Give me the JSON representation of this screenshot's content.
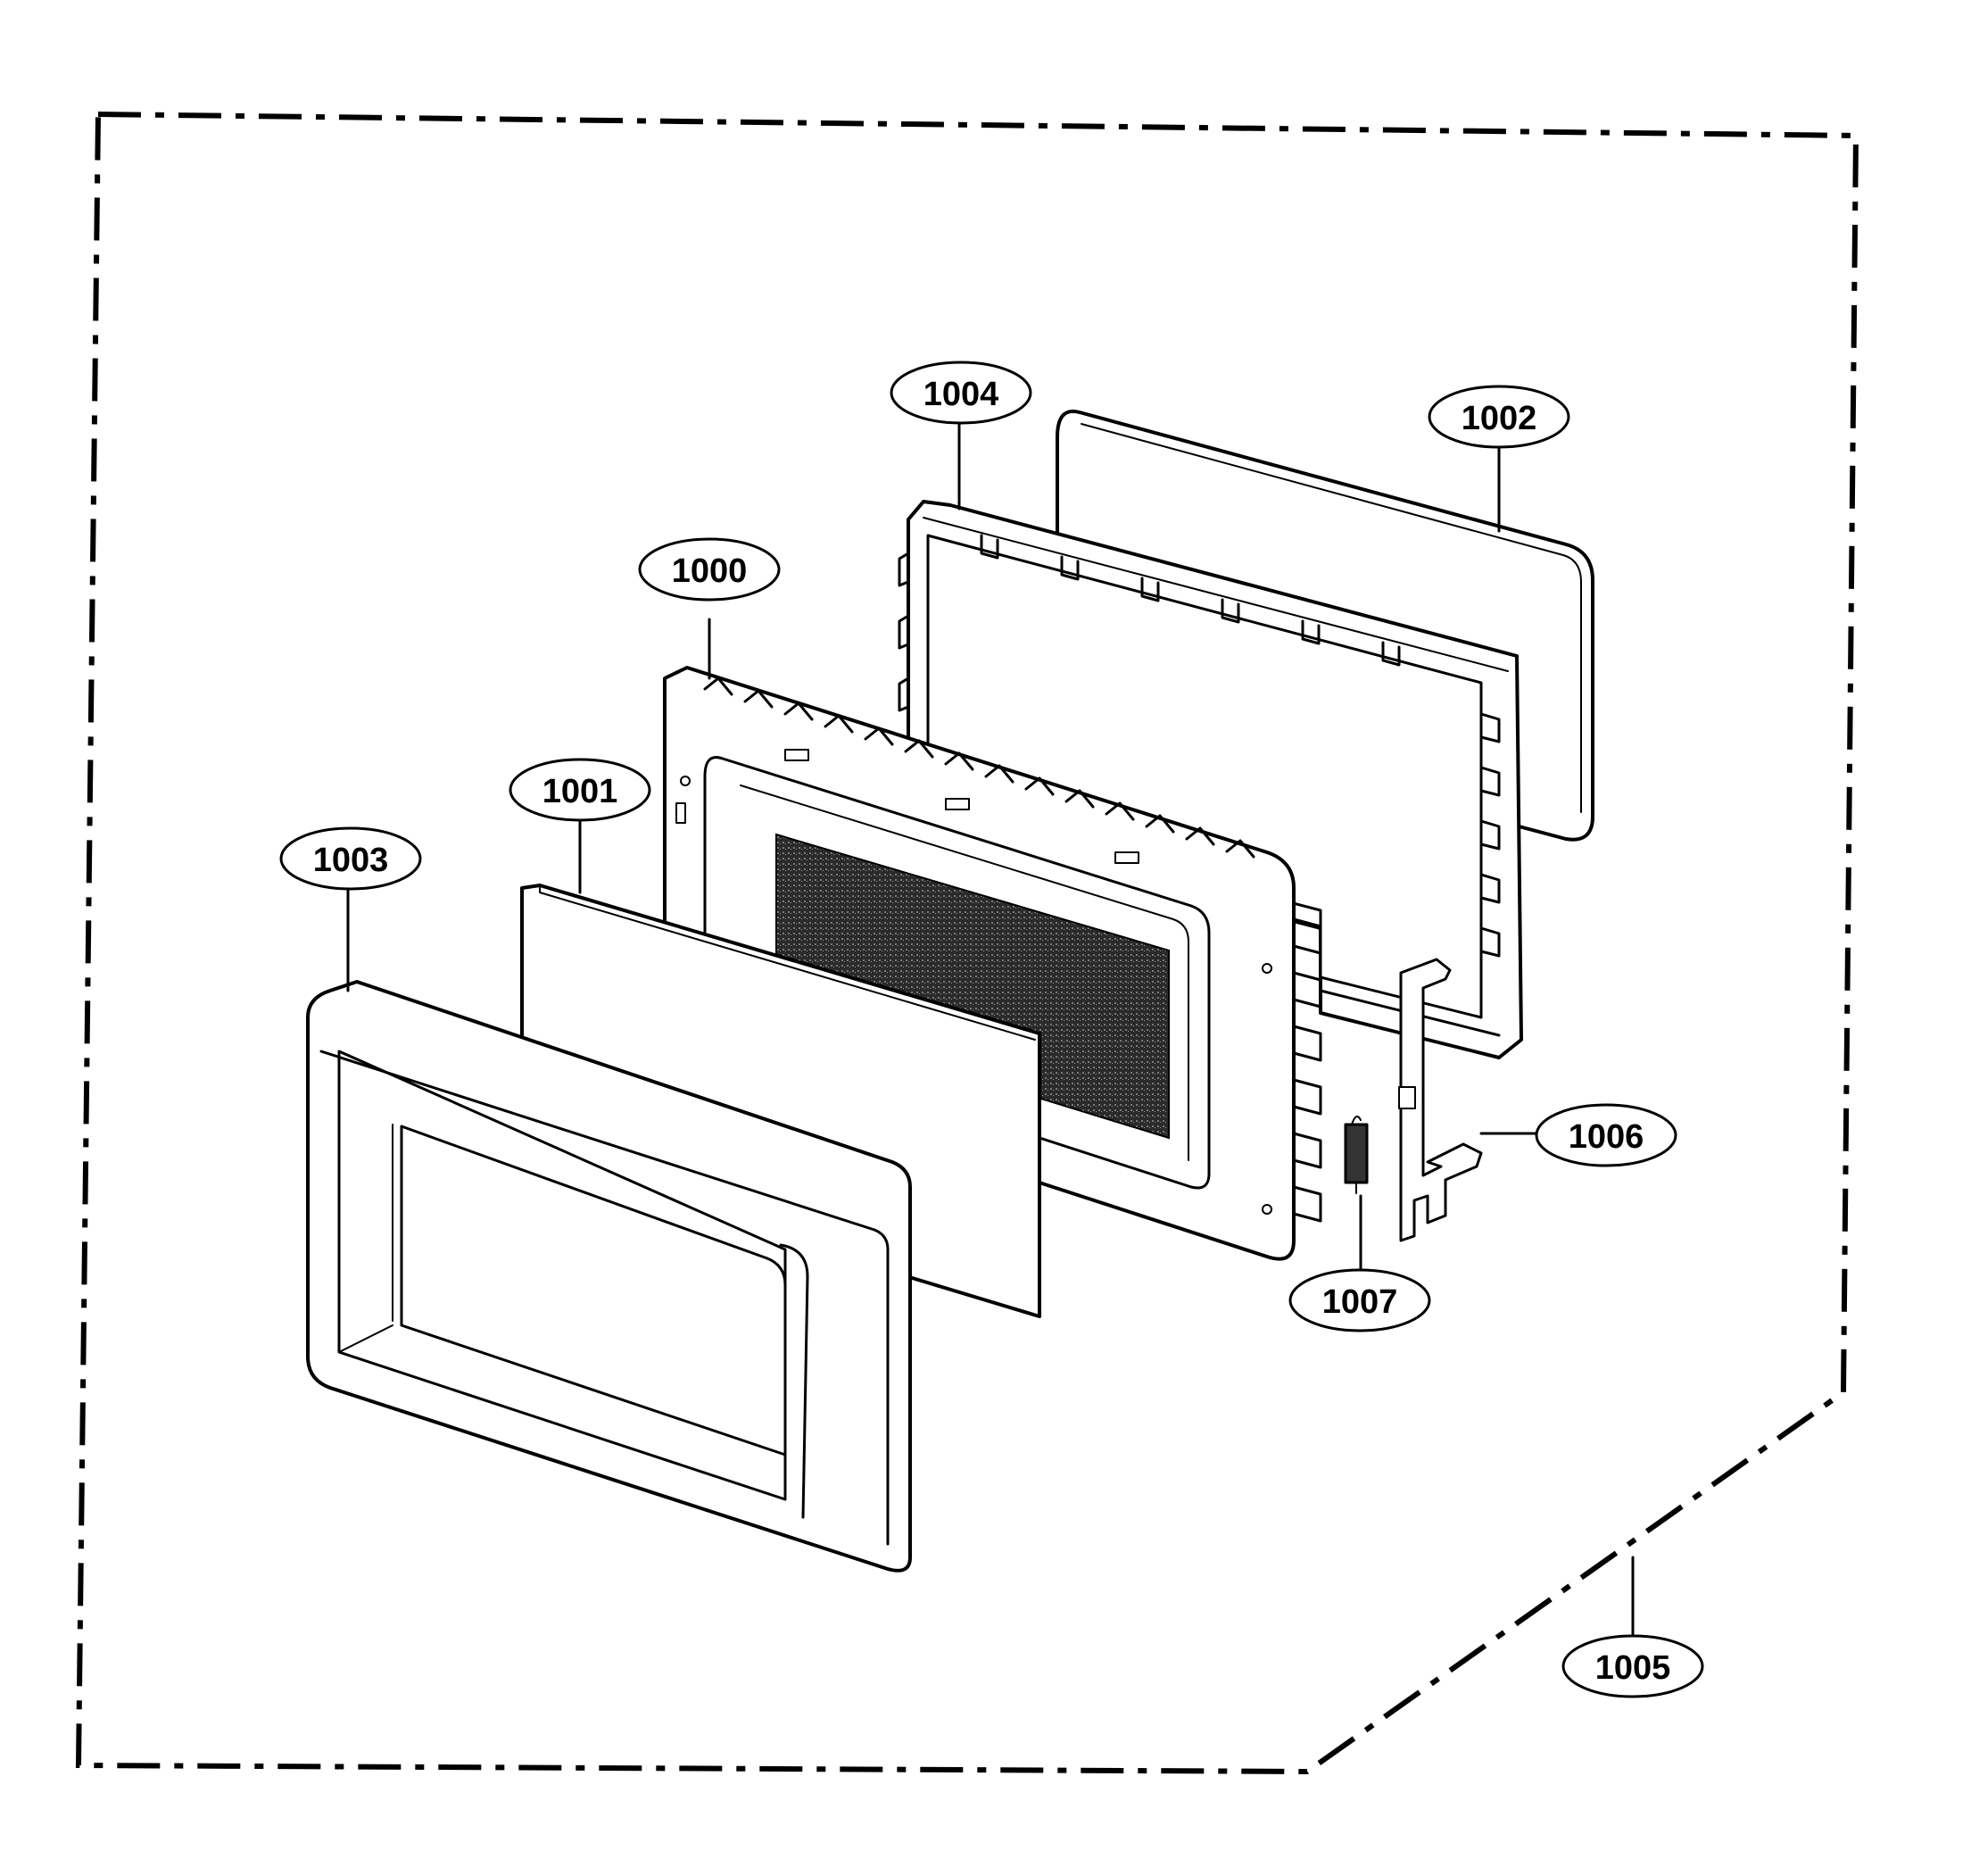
{
  "diagram": {
    "parts": [
      {
        "id": "door-frame",
        "label": "1000"
      },
      {
        "id": "door-glass",
        "label": "1001"
      },
      {
        "id": "door-screen",
        "label": "1002"
      },
      {
        "id": "door-panel",
        "label": "1003"
      },
      {
        "id": "choke-cover",
        "label": "1004"
      },
      {
        "id": "door-assembly",
        "label": "1005"
      },
      {
        "id": "latch",
        "label": "1006"
      },
      {
        "id": "spring",
        "label": "1007"
      }
    ]
  }
}
